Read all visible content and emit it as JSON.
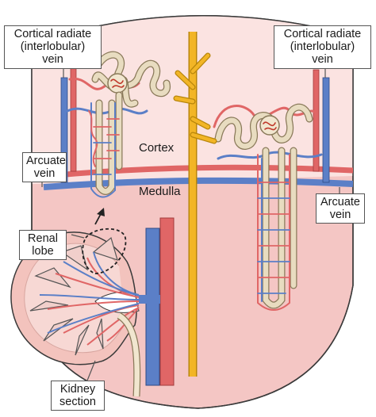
{
  "labels": {
    "cortical_left": [
      "Cortical radiate",
      "(interlobular)",
      "vein"
    ],
    "cortical_right": [
      "Cortical radiate",
      "(interlobular)",
      "vein"
    ],
    "arcuate_left": [
      "Arcuate",
      "vein"
    ],
    "arcuate_right": [
      "Arcuate",
      "vein"
    ],
    "renal_lobe": [
      "Renal",
      "lobe"
    ],
    "kidney_section": [
      "Kidney",
      "section"
    ],
    "cortex": "Cortex",
    "medulla": "Medulla"
  },
  "colors": {
    "cortex": "#fbe3e1",
    "medulla": "#f4c6c4",
    "vein": "#5b7fc7",
    "artery": "#e06666",
    "collecting_duct": "#f2b526",
    "tubule": "#e8dcc0",
    "outline": "#3a3a3a"
  }
}
